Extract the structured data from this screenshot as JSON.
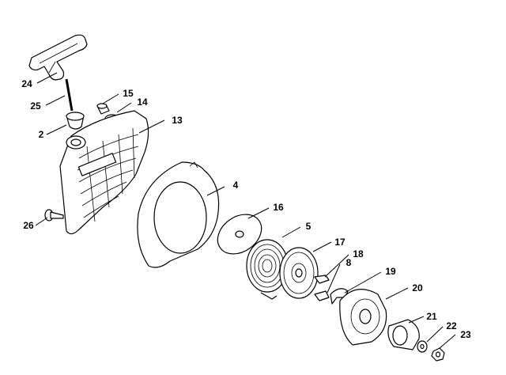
{
  "diagram": {
    "callouts": [
      {
        "id": "c24",
        "label": "24"
      },
      {
        "id": "c25",
        "label": "25"
      },
      {
        "id": "c2",
        "label": "2"
      },
      {
        "id": "c15",
        "label": "15"
      },
      {
        "id": "c14",
        "label": "14"
      },
      {
        "id": "c13",
        "label": "13"
      },
      {
        "id": "c4",
        "label": "4"
      },
      {
        "id": "c16",
        "label": "16"
      },
      {
        "id": "c26",
        "label": "26"
      },
      {
        "id": "c5",
        "label": "5"
      },
      {
        "id": "c17",
        "label": "17"
      },
      {
        "id": "c18",
        "label": "18"
      },
      {
        "id": "c8",
        "label": "8"
      },
      {
        "id": "c19",
        "label": "19"
      },
      {
        "id": "c20",
        "label": "20"
      },
      {
        "id": "c21",
        "label": "21"
      },
      {
        "id": "c22",
        "label": "22"
      },
      {
        "id": "c23",
        "label": "23"
      }
    ]
  }
}
